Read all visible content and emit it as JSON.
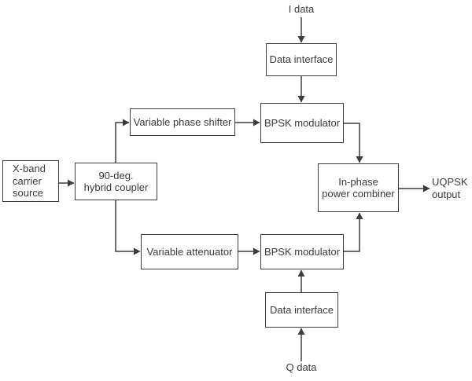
{
  "diagram": {
    "description": "UQPSK modulator block diagram",
    "colors": {
      "line": "#3d3d3d",
      "text": "#3a3a3a",
      "background": "#ffffff",
      "box_fill": "#ffffff"
    },
    "nodes": {
      "data_interface_top": {
        "label": "Data interface"
      },
      "variable_phase_shifter": {
        "label": "Variable phase shifter"
      },
      "bpsk_modulator_top": {
        "label": "BPSK modulator"
      },
      "x_band_carrier_source": {
        "label": "X-band\ncarrier\nsource"
      },
      "hybrid_coupler": {
        "label": "90-deg.\nhybrid coupler"
      },
      "variable_attenuator": {
        "label": "Variable attenuator"
      },
      "bpsk_modulator_bottom": {
        "label": "BPSK modulator"
      },
      "in_phase_power_combiner": {
        "label": "In-phase\npower combiner"
      },
      "data_interface_bottom": {
        "label": "Data interface"
      }
    },
    "labels": {
      "i_data": "I data",
      "q_data": "Q data",
      "uqpsk_output": "UQPSK\noutput"
    },
    "connections": [
      "I data -> Data interface (top)",
      "Data interface (top) -> BPSK modulator (top)",
      "90-deg. hybrid coupler -> Variable phase shifter",
      "Variable phase shifter -> BPSK modulator (top)",
      "X-band carrier source -> 90-deg. hybrid coupler",
      "90-deg. hybrid coupler -> Variable attenuator",
      "Variable attenuator -> BPSK modulator (bottom)",
      "BPSK modulator (top) -> In-phase power combiner",
      "BPSK modulator (bottom) -> In-phase power combiner",
      "In-phase power combiner -> UQPSK output",
      "Q data -> Data interface (bottom)",
      "Data interface (bottom) -> BPSK modulator (bottom)"
    ]
  }
}
